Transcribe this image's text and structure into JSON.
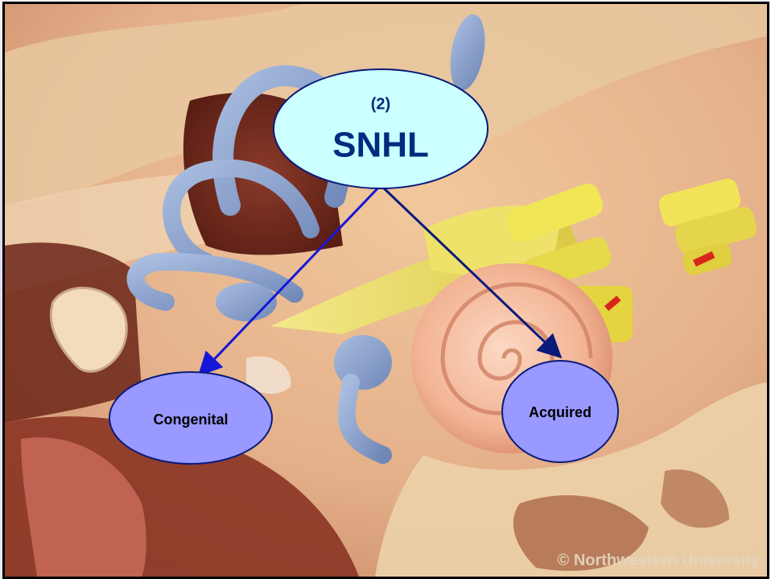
{
  "diagram": {
    "root": {
      "number": "(2)",
      "label": "SNHL",
      "fill": "#ccffff"
    },
    "children": [
      {
        "label": "Congenital",
        "fill": "#9999ff"
      },
      {
        "label": "Acquired",
        "fill": "#9999ff"
      }
    ],
    "arrows": [
      {
        "from": "SNHL",
        "to": "Congenital",
        "color": "#1616d8"
      },
      {
        "from": "SNHL",
        "to": "Acquired",
        "color": "#0a1a7a"
      }
    ]
  },
  "illustration": {
    "subject": "inner-ear-anatomy",
    "credit": "© Northwestern University"
  },
  "colors": {
    "frame_border": "#000000",
    "tissue": "#e9b98f",
    "labyrinth": "#8fa6cc",
    "nerve": "#e8e05a",
    "cochlea": "#f4b79a"
  }
}
